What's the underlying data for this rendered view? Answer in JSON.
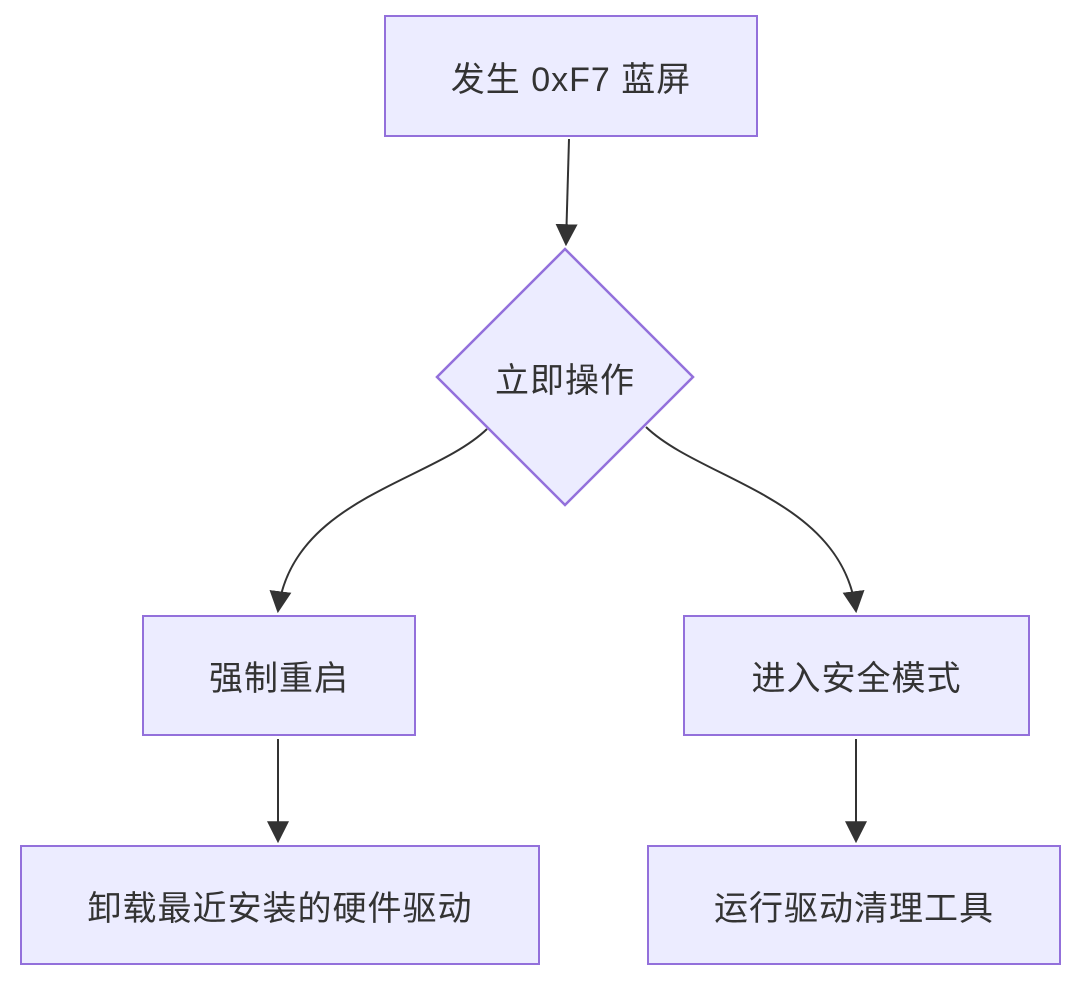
{
  "diagram": {
    "type": "flowchart",
    "direction": "top-down",
    "colors": {
      "background": "#ffffff",
      "node_fill": "#ECECFF",
      "node_border": "#9370DB",
      "edge": "#333333",
      "text": "#333333"
    },
    "nodes": [
      {
        "id": "start",
        "shape": "rectangle",
        "label": "发生 0xF7 蓝屏"
      },
      {
        "id": "decision",
        "shape": "diamond",
        "label": "立即操作"
      },
      {
        "id": "left",
        "shape": "rectangle",
        "label": "强制重启"
      },
      {
        "id": "right",
        "shape": "rectangle",
        "label": "进入安全模式"
      },
      {
        "id": "left2",
        "shape": "rectangle",
        "label": "卸载最近安装的硬件驱动"
      },
      {
        "id": "right2",
        "shape": "rectangle",
        "label": "运行驱动清理工具"
      }
    ],
    "edges": [
      {
        "from": "发生 0xF7 蓝屏",
        "to": "立即操作"
      },
      {
        "from": "立即操作",
        "to": "强制重启"
      },
      {
        "from": "立即操作",
        "to": "进入安全模式"
      },
      {
        "from": "强制重启",
        "to": "卸载最近安装的硬件驱动"
      },
      {
        "from": "进入安全模式",
        "to": "运行驱动清理工具"
      }
    ]
  }
}
